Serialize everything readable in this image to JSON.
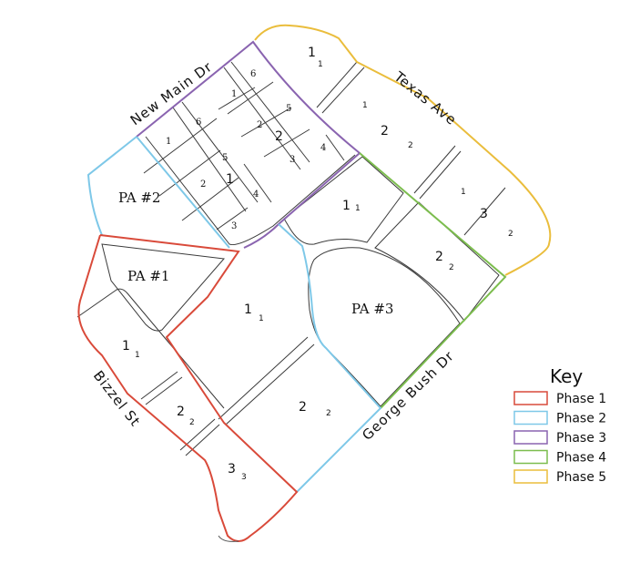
{
  "streets": {
    "new_main": "New Main Dr",
    "texas": "Texas Ave",
    "bizzel": "Bizzel St",
    "george_bush": "George Bush Dr"
  },
  "areas": {
    "pa1": "PA #1",
    "pa2": "PA #2",
    "pa3": "PA #3"
  },
  "block_labels": {
    "top_1": "1",
    "top_1s": "1",
    "top_2": "2",
    "top_2a": "1",
    "top_2b": "2",
    "right_3": "3",
    "right_3a": "1",
    "right_3b": "2",
    "mid_1": "1",
    "mid_1s": "1",
    "mid_2": "2",
    "mid_2s": "2",
    "nm_2": "2",
    "nm_6a": "6",
    "nm_1a": "1",
    "nm_5a": "5",
    "nm_2a": "2",
    "nm_3a": "3",
    "nm_4a": "4",
    "nm_1b": "1",
    "nm_6b": "6",
    "nm_5b": "5",
    "nm_1": "1",
    "nm_2b": "2",
    "nm_4b": "4",
    "nm_3b": "3",
    "c_1": "1",
    "c_1s": "1",
    "c_2": "2",
    "c_2s": "2",
    "b_1": "1",
    "b_1s": "1",
    "b_2": "2",
    "b_2s": "2",
    "b_3": "3",
    "b_3s": "3"
  },
  "key": {
    "title": "Key",
    "items": [
      {
        "label": "Phase 1",
        "color": "#d94a3a"
      },
      {
        "label": "Phase 2",
        "color": "#7ec8e8"
      },
      {
        "label": "Phase 3",
        "color": "#8a64b0"
      },
      {
        "label": "Phase 4",
        "color": "#7cbd4e"
      },
      {
        "label": "Phase 5",
        "color": "#eabd3c"
      }
    ]
  }
}
